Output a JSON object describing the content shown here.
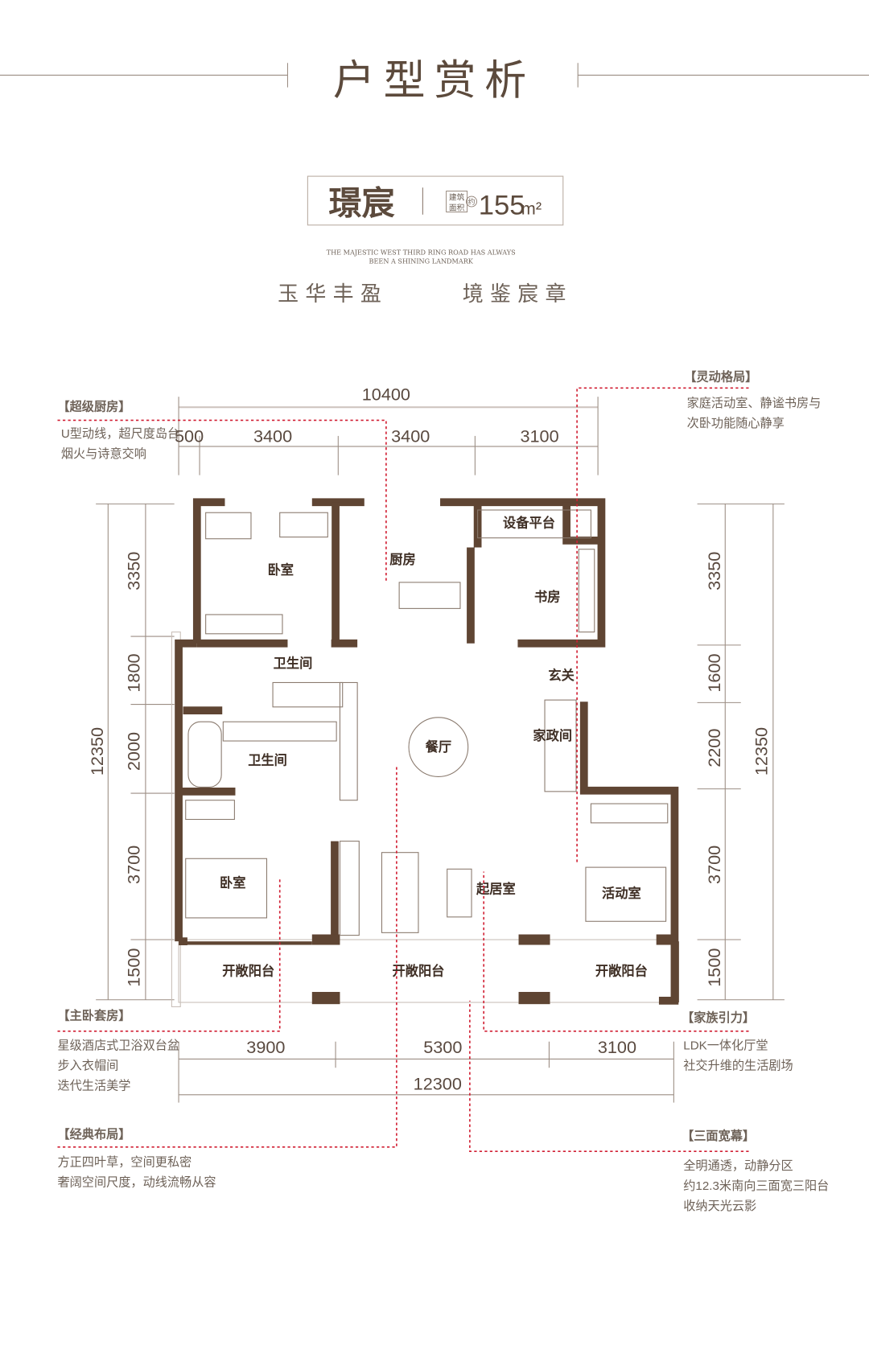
{
  "header": {
    "title": "户型赏析"
  },
  "unit_card": {
    "name": "璟宸",
    "area_label_1": "建筑",
    "area_label_2": "面积",
    "approx": "约",
    "area_value": "155",
    "area_unit": "m²"
  },
  "slogan": {
    "en_line1": "THE MAJESTIC WEST THIRD RING ROAD HAS ALWAYS",
    "en_line2": "BEEN A SHINING LANDMARK",
    "cn_left": "玉 华 丰 盈",
    "cn_right": "境 鉴 宸 章"
  },
  "dimensions": {
    "top_total": "10400",
    "top": [
      "500",
      "3400",
      "3400",
      "3100"
    ],
    "left_total": "12350",
    "left": [
      "3350",
      "1800",
      "2000",
      "3700",
      "1500"
    ],
    "right_total": "12350",
    "right": [
      "3350",
      "1600",
      "2200",
      "3700",
      "1500"
    ],
    "bottom": [
      "3900",
      "5300",
      "3100"
    ],
    "bottom_total": "12300"
  },
  "rooms": {
    "bedroom_top": "卧室",
    "kitchen": "厨房",
    "equipment": "设备平台",
    "study": "书房",
    "bath_1": "卫生间",
    "entry": "玄关",
    "dining": "餐厅",
    "housekeeping": "家政间",
    "bath_2": "卫生间",
    "bedroom_master": "卧室",
    "living": "起居室",
    "activity": "活动室",
    "balcony_1": "开敞阳台",
    "balcony_2": "开敞阳台",
    "balcony_3": "开敞阳台"
  },
  "annotations": {
    "kitchen": {
      "title": "【超级厨房】",
      "lines": [
        "U型动线，超尺度岛台",
        "烟火与诗意交响"
      ]
    },
    "flex": {
      "title": "【灵动格局】",
      "lines": [
        "家庭活动室、静谧书房与",
        "次卧功能随心静享"
      ]
    },
    "master": {
      "title": "【主卧套房】",
      "lines": [
        "星级酒店式卫浴双台盆",
        "步入衣帽间",
        "迭代生活美学"
      ]
    },
    "family": {
      "title": "【家族引力】",
      "lines": [
        "LDK一体化厅堂",
        "社交升维的生活剧场"
      ]
    },
    "classic": {
      "title": "【经典布局】",
      "lines": [
        "方正四叶草，空间更私密",
        "奢阔空间尺度，动线流畅从容"
      ]
    },
    "view": {
      "title": "【三面宽幕】",
      "lines": [
        "全明通透，动静分区",
        "约12.3米南向三面宽三阳台",
        "收纳天光云影"
      ]
    }
  },
  "colors": {
    "wall": "#5f4533",
    "text": "#6e6258",
    "accent_red": "#d11f33"
  }
}
